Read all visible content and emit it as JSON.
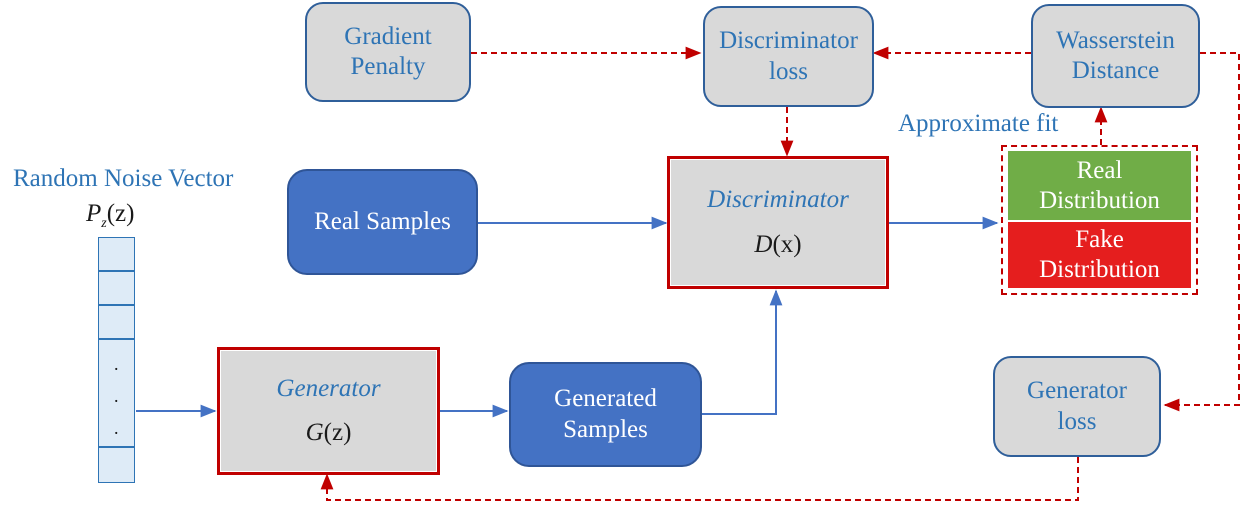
{
  "nodes": {
    "gradient_penalty": "Gradient\nPenalty",
    "discriminator_loss": "Discriminator\nloss",
    "wasserstein_distance": "Wasserstein\nDistance",
    "approximate_fit": "Approximate fit",
    "random_noise_vector": "Random Noise Vector",
    "noise_symbol": "P",
    "noise_subscript": "z",
    "noise_argument": "(z)",
    "real_samples": "Real Samples",
    "discriminator_name": "Discriminator",
    "discriminator_symbol": "D",
    "discriminator_argument": "(x)",
    "real_distribution": "Real\nDistribution",
    "fake_distribution": "Fake\nDistribution",
    "generator_name": "Generator",
    "generator_symbol": "G",
    "generator_argument": "(z)",
    "generated_samples": "Generated\nSamples",
    "generator_loss": "Generator\nloss",
    "noise_dots": [
      ".",
      ".",
      "."
    ]
  },
  "colors": {
    "solid_arrow": "#4472c4",
    "dashed_arrow": "#c00000",
    "sample_fill": "#4472c4",
    "loss_fill": "#d9d9d9",
    "core_border": "#c00000",
    "text_blue": "#2e74b5",
    "real_fill": "#70ad47",
    "fake_fill": "#e51e1e",
    "noise_cell_fill": "#deebf7"
  },
  "edges": [
    {
      "from": "noise-vector",
      "to": "generator",
      "style": "solid"
    },
    {
      "from": "generator",
      "to": "generated-samples",
      "style": "solid"
    },
    {
      "from": "generated-samples",
      "to": "discriminator",
      "style": "solid"
    },
    {
      "from": "real-samples",
      "to": "discriminator",
      "style": "solid"
    },
    {
      "from": "discriminator",
      "to": "distributions",
      "style": "solid"
    },
    {
      "from": "gradient-penalty",
      "to": "discriminator-loss",
      "style": "dashed"
    },
    {
      "from": "wasserstein-distance",
      "to": "discriminator-loss",
      "style": "dashed"
    },
    {
      "from": "discriminator-loss",
      "to": "discriminator",
      "style": "dashed"
    },
    {
      "from": "distributions",
      "to": "wasserstein-distance",
      "style": "dashed"
    },
    {
      "from": "wasserstein-distance",
      "to": "generator-loss",
      "style": "dashed"
    },
    {
      "from": "generator-loss",
      "to": "generator",
      "style": "dashed"
    }
  ]
}
